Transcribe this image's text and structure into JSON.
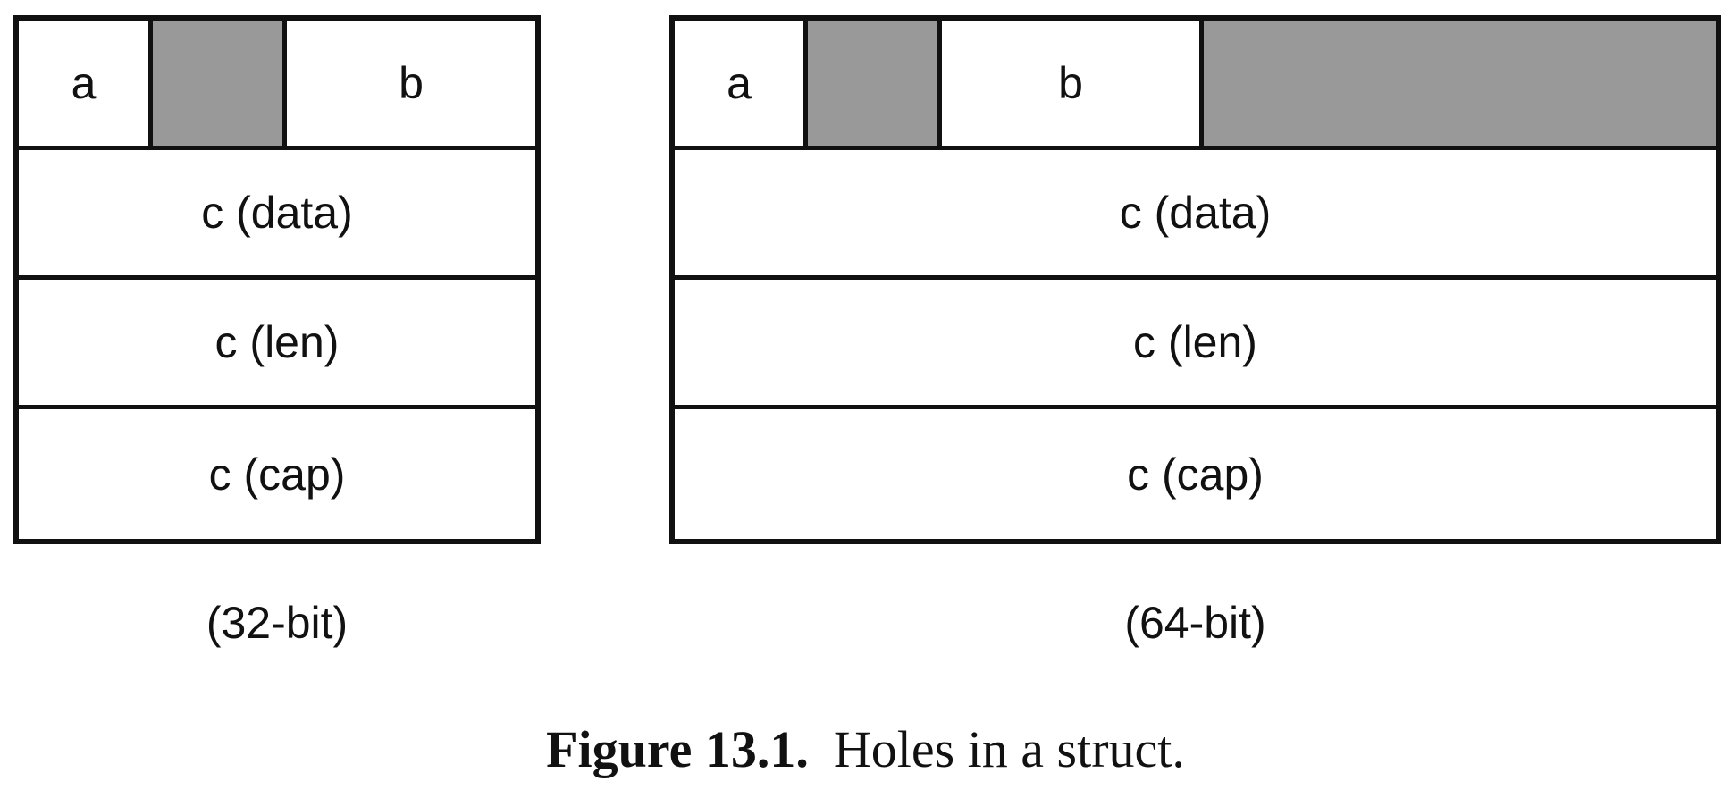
{
  "diagrams": {
    "left": {
      "caption": "(32-bit)",
      "cells": {
        "a": "a",
        "b": "b",
        "data": "c (data)",
        "len": "c (len)",
        "cap": "c (cap)"
      }
    },
    "right": {
      "caption": "(64-bit)",
      "cells": {
        "a": "a",
        "b": "b",
        "data": "c (data)",
        "len": "c (len)",
        "cap": "c (cap)"
      }
    }
  },
  "colors": {
    "border": "#111111",
    "hole": "#999999",
    "cell": "#ffffff"
  },
  "figure": {
    "label": "Figure 13.1.",
    "caption": "Holes in a struct."
  }
}
